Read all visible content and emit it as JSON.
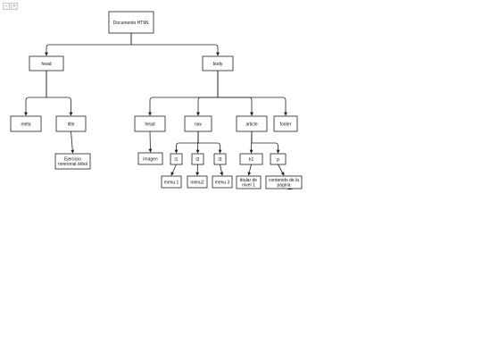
{
  "toolbar": {
    "zoom_out_icon": "minus-icon",
    "zoom_in_icon": "plus-icon"
  },
  "colors": {
    "stroke": "#222222",
    "fill": "#ffffff",
    "text": "#111111"
  },
  "diagram": {
    "nodes": [
      {
        "id": "root",
        "lines": [
          "Documento  HTML"
        ]
      },
      {
        "id": "head",
        "lines": [
          "head"
        ]
      },
      {
        "id": "body",
        "lines": [
          "body"
        ]
      },
      {
        "id": "meta",
        "lines": [
          "meta"
        ]
      },
      {
        "id": "title",
        "lines": [
          "title"
        ]
      },
      {
        "id": "title-text",
        "lines": [
          "Ejercicio",
          "nonnonal árbol"
        ]
      },
      {
        "id": "body-head",
        "lines": [
          "head"
        ]
      },
      {
        "id": "nav",
        "lines": [
          "nav"
        ]
      },
      {
        "id": "article",
        "lines": [
          "article"
        ]
      },
      {
        "id": "footer",
        "lines": [
          "footer"
        ]
      },
      {
        "id": "imagen",
        "lines": [
          "imagen"
        ]
      },
      {
        "id": "l1",
        "lines": [
          "l1"
        ]
      },
      {
        "id": "l2",
        "lines": [
          "l2"
        ]
      },
      {
        "id": "l3",
        "lines": [
          "l3"
        ]
      },
      {
        "id": "menu1",
        "lines": [
          "menu 1"
        ]
      },
      {
        "id": "menu2",
        "lines": [
          "menu2"
        ]
      },
      {
        "id": "menu3",
        "lines": [
          "menu 3"
        ]
      },
      {
        "id": "h1",
        "lines": [
          "h1"
        ]
      },
      {
        "id": "p",
        "lines": [
          "p"
        ]
      },
      {
        "id": "titular",
        "lines": [
          "titular de",
          "nivel 1"
        ]
      },
      {
        "id": "contenido",
        "lines": [
          "contenido de la",
          "pagina"
        ]
      }
    ],
    "edges": [
      {
        "from": "root",
        "to": "head"
      },
      {
        "from": "root",
        "to": "body"
      },
      {
        "from": "head",
        "to": "meta"
      },
      {
        "from": "head",
        "to": "title"
      },
      {
        "from": "title",
        "to": "title-text"
      },
      {
        "from": "body",
        "to": "body-head"
      },
      {
        "from": "body",
        "to": "nav"
      },
      {
        "from": "body",
        "to": "article"
      },
      {
        "from": "body",
        "to": "footer"
      },
      {
        "from": "body-head",
        "to": "imagen"
      },
      {
        "from": "nav",
        "to": "l1"
      },
      {
        "from": "nav",
        "to": "l2"
      },
      {
        "from": "nav",
        "to": "l3"
      },
      {
        "from": "l1",
        "to": "menu1"
      },
      {
        "from": "l2",
        "to": "menu2"
      },
      {
        "from": "l3",
        "to": "menu3"
      },
      {
        "from": "article",
        "to": "h1"
      },
      {
        "from": "article",
        "to": "p"
      },
      {
        "from": "h1",
        "to": "titular"
      },
      {
        "from": "p",
        "to": "contenido"
      }
    ]
  }
}
